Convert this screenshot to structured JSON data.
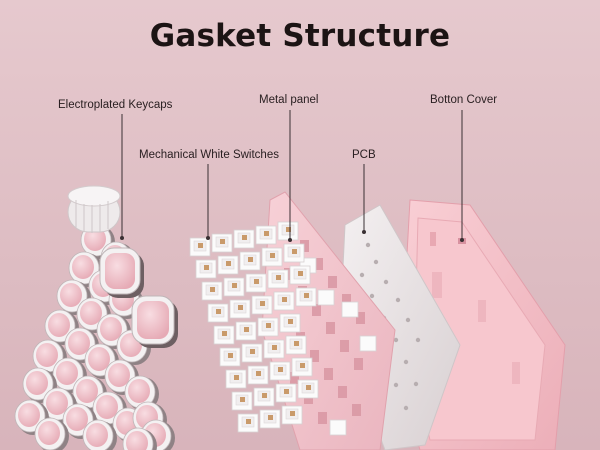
{
  "title": "Gasket Structure",
  "labels": {
    "keycaps": "Electroplated Keycaps",
    "switches": "Mechanical White Switches",
    "metal_panel": "Metal panel",
    "pcb": "PCB",
    "bottom_cover": "Botton Cover"
  },
  "colors": {
    "background": "#e6c9ce",
    "keycap_pink": "#efc4cc",
    "keycap_chrome": "#f4f1f2",
    "plate_pink": "#f3c4cc",
    "pcb_silver": "#e9e3e4",
    "case_pink": "#f5bec6",
    "switch_white": "#fbfbfb",
    "switch_stem": "#c99a6a",
    "title_text": "#1c1414"
  }
}
